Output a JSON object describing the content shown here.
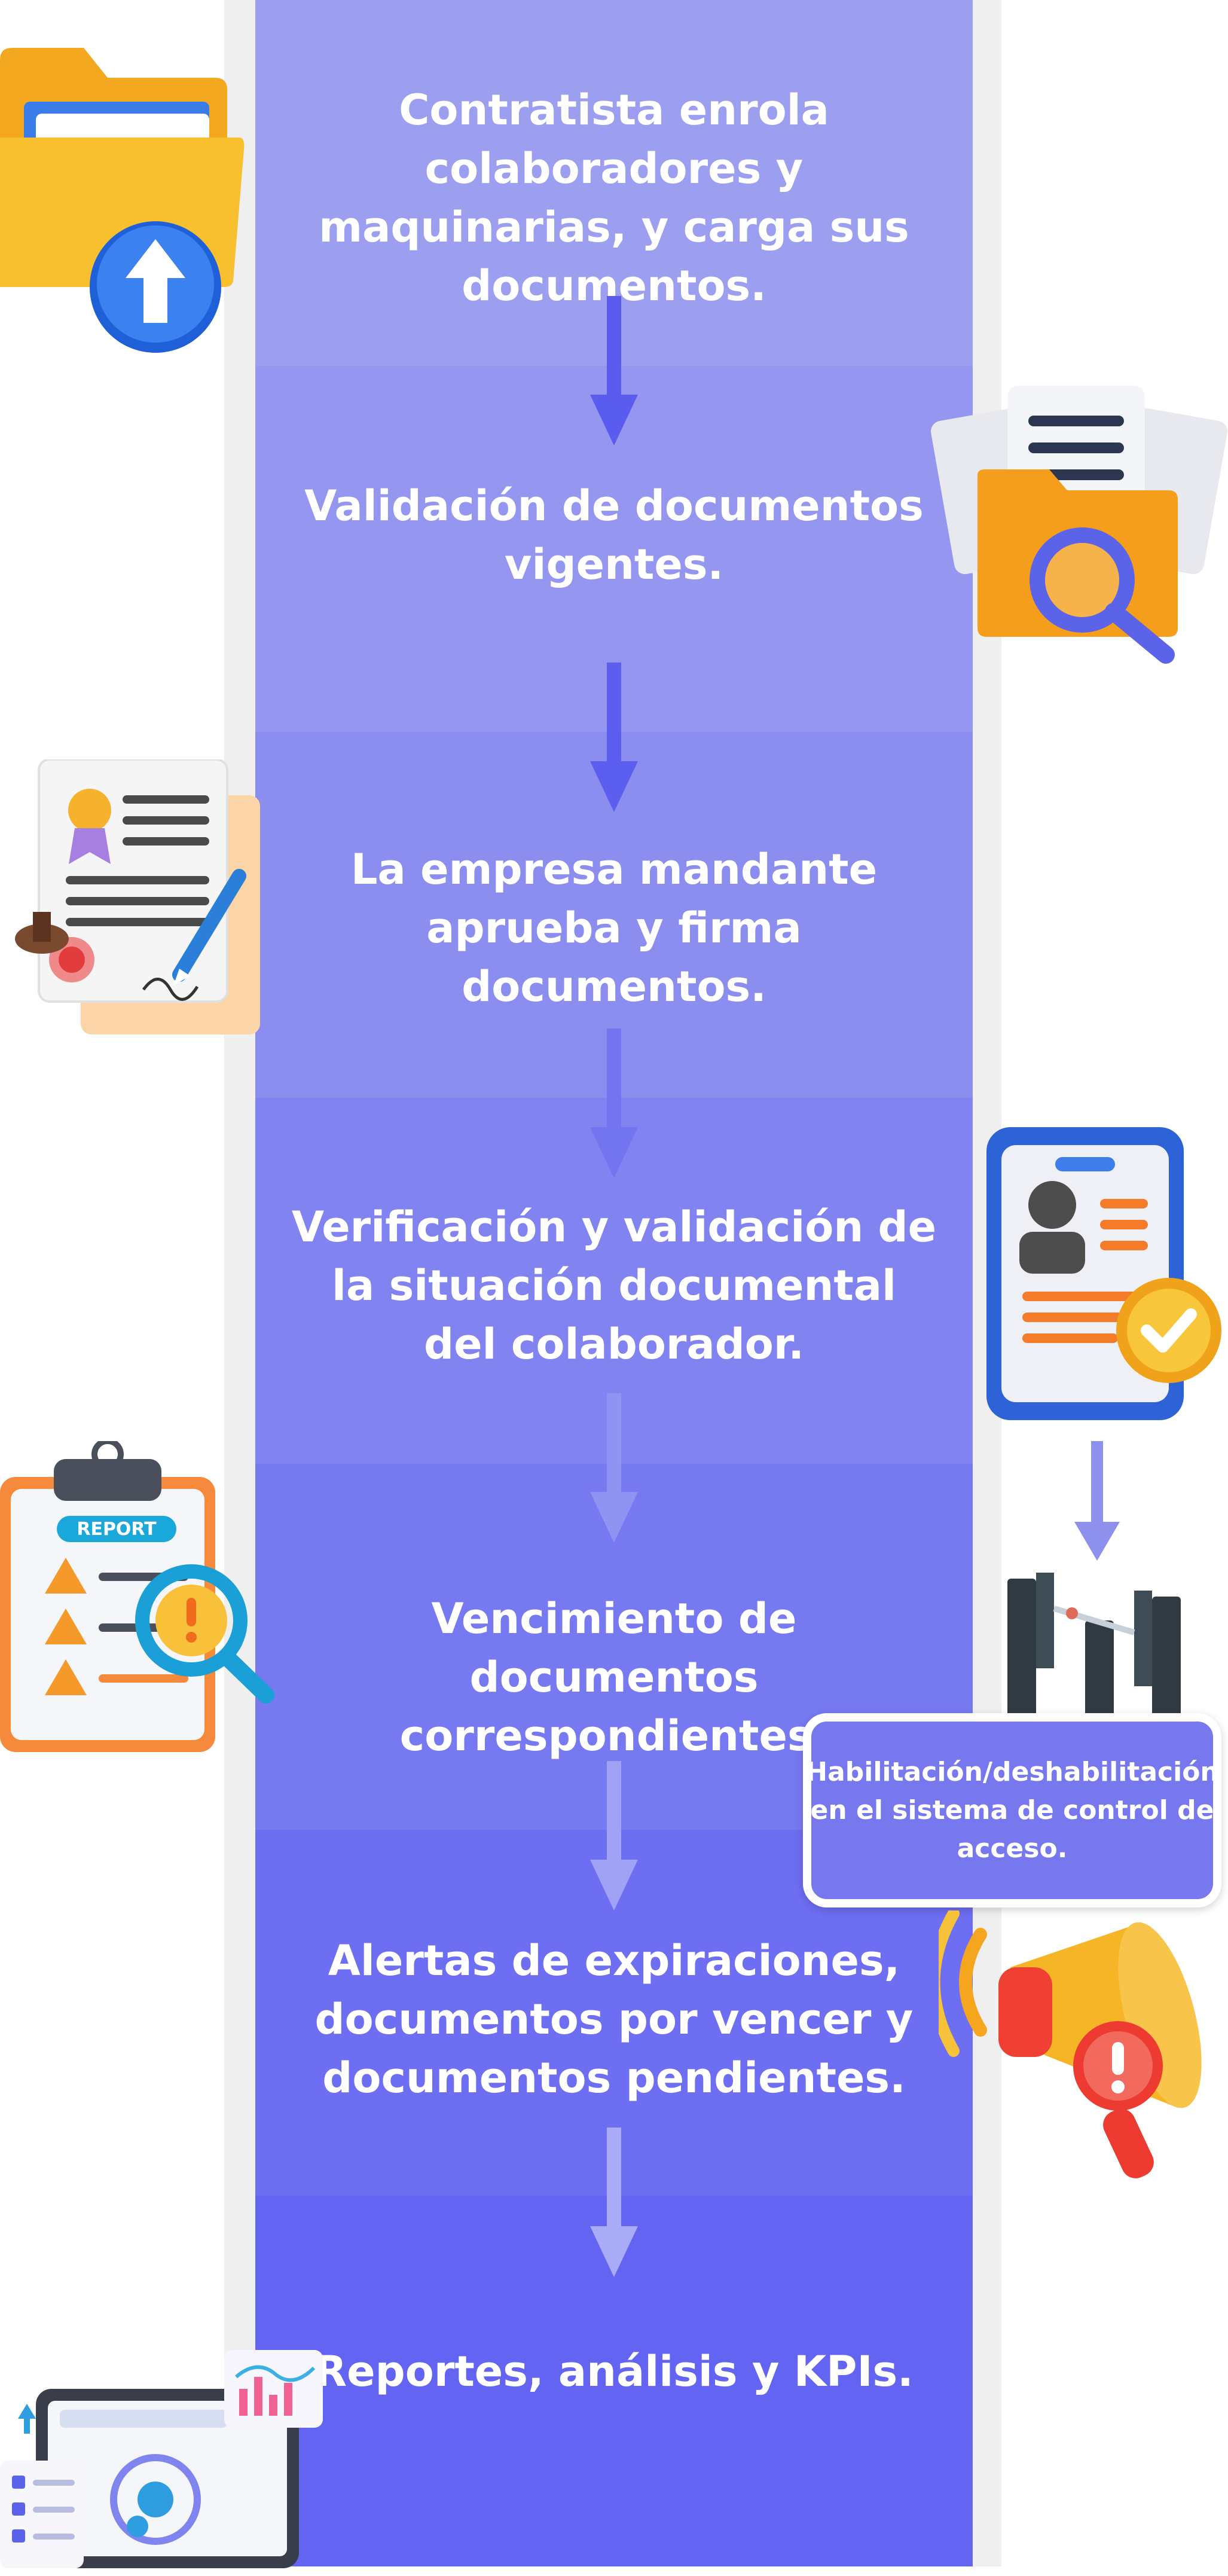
{
  "steps": [
    {
      "id": "enrollment",
      "text": "Contratista enrola colaboradores y maquinarias, y carga sus documentos.",
      "icon": "folder-upload-icon"
    },
    {
      "id": "validation",
      "text": "Validación de documentos vigentes.",
      "icon": "folder-search-icon"
    },
    {
      "id": "approval",
      "text": "La empresa mandante aprueba y firma documentos.",
      "icon": "signed-certificate-icon"
    },
    {
      "id": "verification",
      "text": "Verificación y validación de la situación documental del colaborador.",
      "icon": "phone-profile-check-icon"
    },
    {
      "id": "expiration",
      "text": "Vencimiento de documentos correspondientes.",
      "icon": "report-clipboard-icon"
    },
    {
      "id": "alerts",
      "text": "Alertas de expiraciones, documentos por vencer y documentos pendientes.",
      "icon": "megaphone-alert-icon"
    },
    {
      "id": "reports",
      "text": "Reportes, análisis y KPIs.",
      "icon": "analytics-dashboard-icon"
    }
  ],
  "side_branch": {
    "text": "Habilitación/deshabilitación en el sistema de control de acceso.",
    "icon": "turnstile-icon"
  },
  "icon_labels": {
    "report": "REPORT"
  },
  "colors": {
    "band_top": "#9c9ef0",
    "band_bottom": "#6364f2",
    "arrow_dark": "#5a5cf0",
    "arrow_light": "#a9abf6",
    "branch_arrow": "#8e90ee",
    "folder": "#f6b52c",
    "accent_blue": "#3a78ea",
    "alert_red": "#ee4437"
  }
}
